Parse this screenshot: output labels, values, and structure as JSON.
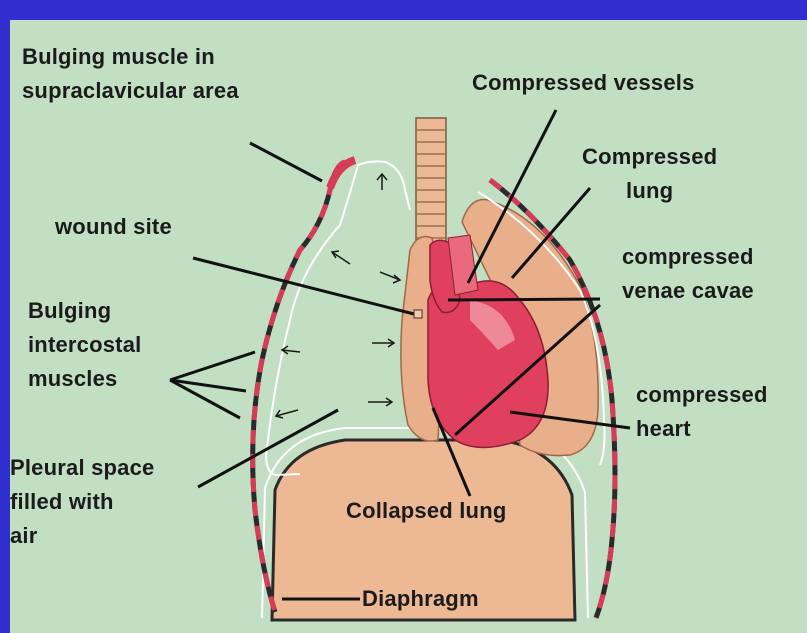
{
  "colors": {
    "background": "#c2dfc3",
    "frame": "#2f2fd0",
    "lung": "#e9ae8a",
    "heart": "#e0405e",
    "muscle": "#c8324f",
    "diaphragm": "#edb995"
  },
  "labels": {
    "bulging_muscle": "Bulging muscle in\nsupraclavicular area",
    "compressed_vessels": "Compressed vessels",
    "compressed_lung": "Compressed\nlung",
    "wound_site": "wound site",
    "compressed_venae_cavae": "compressed\nvenae cavae",
    "bulging_intercostal": "Bulging\nintercostal\nmuscles",
    "compressed_heart": "compressed\nheart",
    "pleural_space": "Pleural space\nfilled with\nair",
    "collapsed_lung": "Collapsed lung",
    "diaphragm": "Diaphragm"
  }
}
